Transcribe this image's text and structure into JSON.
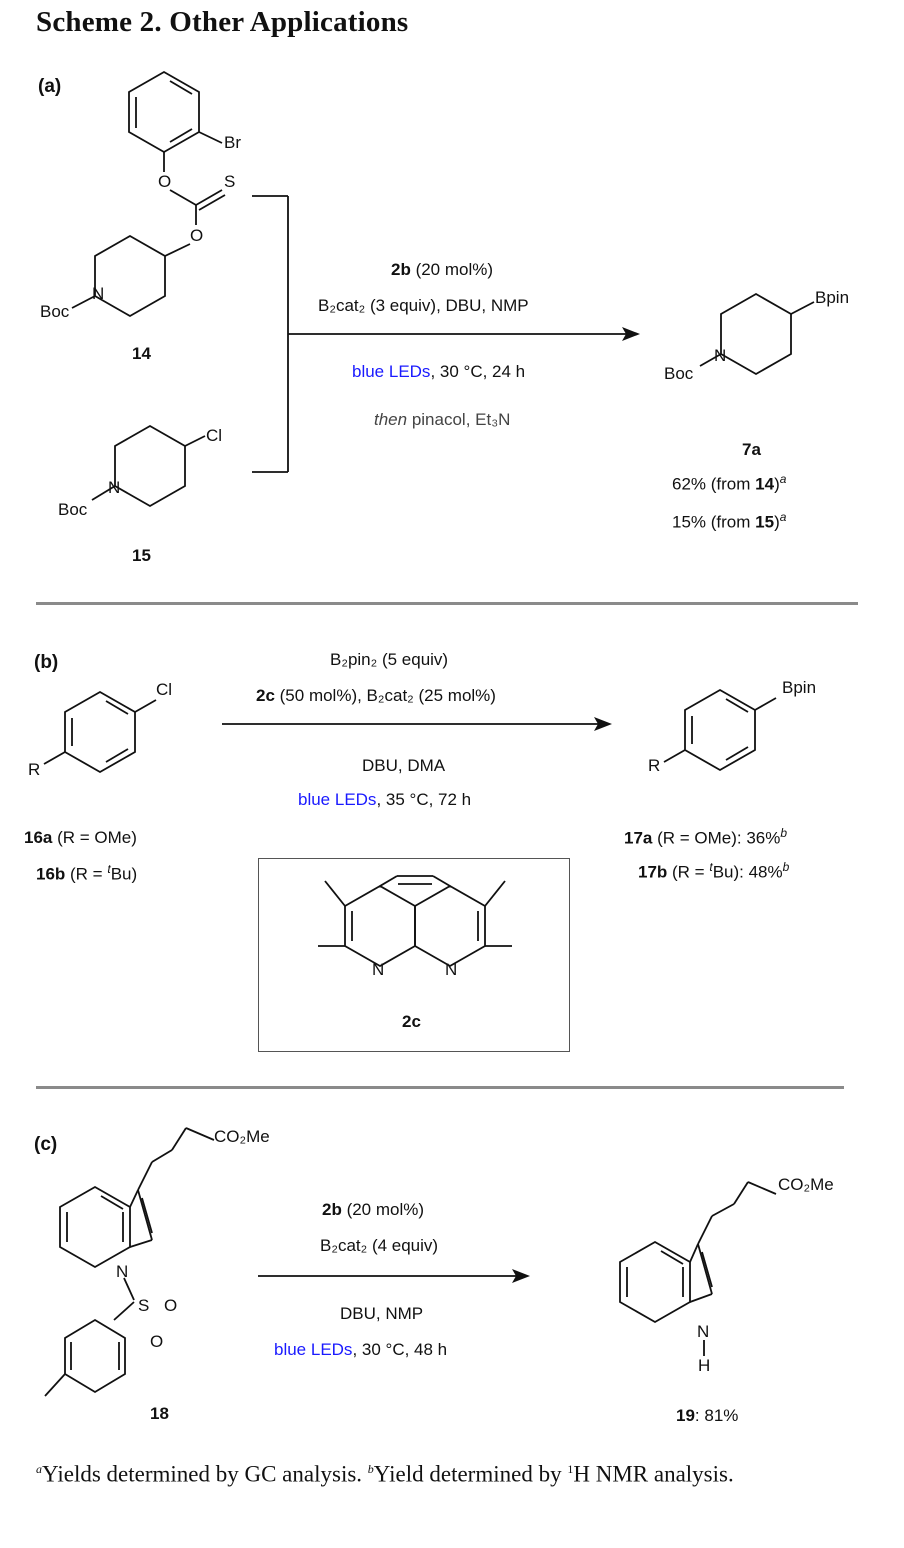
{
  "title": "Scheme 2. Other Applications",
  "panel_a": {
    "label": "(a)",
    "sm1": {
      "number": "14",
      "atoms": {
        "br": "Br",
        "s": "S",
        "o": "O",
        "n": "N",
        "boc": "Boc"
      }
    },
    "sm2": {
      "number": "15",
      "atoms": {
        "cl": "Cl",
        "n": "N",
        "boc": "Boc"
      }
    },
    "conditions": {
      "line1_cat": "2b",
      "line1_rest": " (20 mol%)",
      "line2": "B₂cat₂ (3 equiv), DBU, NMP",
      "line3_light": "blue LEDs",
      "line3_rest": ", 30 °C, 24 h",
      "line4_then": "then",
      "line4_rest": " pinacol, Et₃N"
    },
    "product": {
      "number": "7a",
      "atoms": {
        "bpin": "Bpin",
        "n": "N",
        "boc": "Boc"
      },
      "yield1_pre": "62% (from ",
      "yield1_cmp": "14",
      "yield1_post": ")",
      "yield1_note": "a",
      "yield2_pre": "15% (from ",
      "yield2_cmp": "15",
      "yield2_post": ")",
      "yield2_note": "a"
    }
  },
  "panel_b": {
    "label": "(b)",
    "sm": {
      "atoms": {
        "cl": "Cl",
        "r": "R"
      },
      "line1_cmp": "16a",
      "line1_rest": " (R = OMe)",
      "line2_cmp": "16b",
      "line2_rest_a": " (R = ",
      "line2_sup": "t",
      "line2_rest_b": "Bu)"
    },
    "conditions": {
      "line1": "B₂pin₂ (5 equiv)",
      "line2_cat": "2c",
      "line2_rest": " (50 mol%), B₂cat₂ (25 mol%)",
      "line3": "DBU, DMA",
      "line4_light": "blue LEDs",
      "line4_rest": ", 35 °C, 72 h"
    },
    "product": {
      "atoms": {
        "bpin": "Bpin",
        "r": "R"
      },
      "line1_cmp": "17a",
      "line1_rest": " (R = OMe): 36%",
      "line1_note": "b",
      "line2_cmp": "17b",
      "line2_rest_a": " (R = ",
      "line2_sup": "t",
      "line2_rest_b": "Bu): 48%",
      "line2_note": "b"
    },
    "catalyst": {
      "number": "2c",
      "atoms": {
        "n1": "N",
        "n2": "N"
      }
    }
  },
  "panel_c": {
    "label": "(c)",
    "sm": {
      "number": "18",
      "atoms": {
        "co2me": "CO₂Me",
        "n": "N",
        "s": "S",
        "o1": "O",
        "o2": "O"
      }
    },
    "conditions": {
      "line1_cat": "2b",
      "line1_rest": " (20 mol%)",
      "line2": "B₂cat₂ (4 equiv)",
      "line3": "DBU, NMP",
      "line4_light": "blue LEDs",
      "line4_rest": ", 30 °C, 48 h"
    },
    "product": {
      "number": "19",
      "yield": ": 81%",
      "atoms": {
        "co2me": "CO₂Me",
        "n": "N",
        "h": "H"
      }
    }
  },
  "footnotes": {
    "a_mark": "a",
    "a_text": "Yields determined by GC analysis. ",
    "b_mark": "b",
    "b_text_pre": "Yield determined by ",
    "b_sup": "1",
    "b_text_post": "H NMR analysis."
  },
  "colors": {
    "blue_leds": "#1a1aff",
    "rule": "#8a8a8a"
  }
}
